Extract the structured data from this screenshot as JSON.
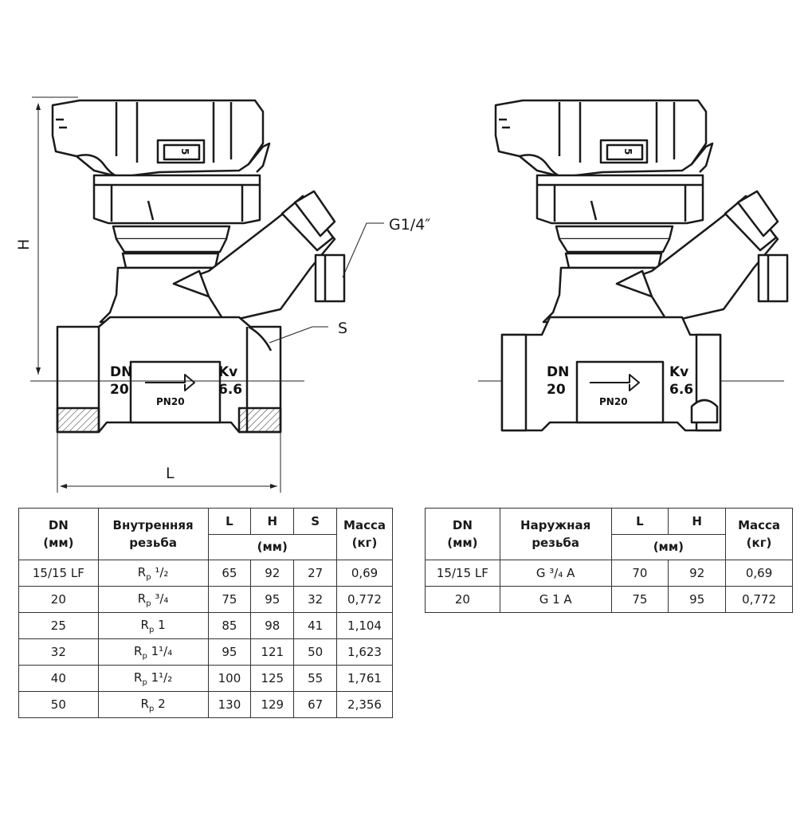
{
  "labels": {
    "left_body_dn": "DN",
    "left_body_dn_val": "20",
    "left_body_kv": "Kv",
    "left_body_kv_val": "6.6",
    "left_body_pn": "PN20",
    "right_body_dn": "DN",
    "right_body_dn_val": "20",
    "right_body_kv": "Kv",
    "right_body_kv_val": "6.6",
    "right_body_pn": "PN20",
    "dim_h": "H",
    "dim_l": "L",
    "dim_s": "S",
    "thread_g": "G1/4″",
    "handle_mark": "5"
  },
  "table_internal": {
    "headers": {
      "dn": "DN",
      "dn_unit": "(мм)",
      "thread": "Внутренняя",
      "thread2": "резьба",
      "l": "L",
      "h": "H",
      "s": "S",
      "mm": "(мм)",
      "mass": "Масса",
      "mass_unit": "(кг)"
    },
    "rows": [
      {
        "dn": "15/15 LF",
        "thread_base": "R",
        "thread_sub": "p",
        "thread_val": "¹/₂",
        "l": "65",
        "h": "92",
        "s": "27",
        "mass": "0,69"
      },
      {
        "dn": "20",
        "thread_base": "R",
        "thread_sub": "p",
        "thread_val": "³/₄",
        "l": "75",
        "h": "95",
        "s": "32",
        "mass": "0,772"
      },
      {
        "dn": "25",
        "thread_base": "R",
        "thread_sub": "p",
        "thread_val": "1",
        "l": "85",
        "h": "98",
        "s": "41",
        "mass": "1,104"
      },
      {
        "dn": "32",
        "thread_base": "R",
        "thread_sub": "p",
        "thread_val": "1¹/₄",
        "l": "95",
        "h": "121",
        "s": "50",
        "mass": "1,623"
      },
      {
        "dn": "40",
        "thread_base": "R",
        "thread_sub": "p",
        "thread_val": "1¹/₂",
        "l": "100",
        "h": "125",
        "s": "55",
        "mass": "1,761"
      },
      {
        "dn": "50",
        "thread_base": "R",
        "thread_sub": "p",
        "thread_val": "2",
        "l": "130",
        "h": "129",
        "s": "67",
        "mass": "2,356"
      }
    ]
  },
  "table_external": {
    "headers": {
      "dn": "DN",
      "dn_unit": "(мм)",
      "thread": "Наружная",
      "thread2": "резьба",
      "l": "L",
      "h": "H",
      "mm": "(мм)",
      "mass": "Масса",
      "mass_unit": "(кг)"
    },
    "rows": [
      {
        "dn": "15/15 LF",
        "thread": "G ³/₄ A",
        "l": "70",
        "h": "92",
        "mass": "0,69"
      },
      {
        "dn": "20",
        "thread": "G 1 A",
        "l": "75",
        "h": "95",
        "mass": "0,772"
      }
    ]
  }
}
